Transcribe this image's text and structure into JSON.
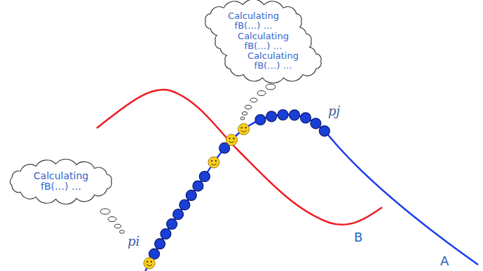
{
  "diagram": {
    "nodes": [
      {
        "text": [
          "Calculating fB(…) …",
          "Calculating fB(…) …",
          "Calculating fB(…) …"
        ]
      },
      {
        "text": [
          "Calculating fB(…) …"
        ]
      }
    ],
    "labels": [
      "pj",
      "pi",
      "B",
      "A"
    ]
  }
}
